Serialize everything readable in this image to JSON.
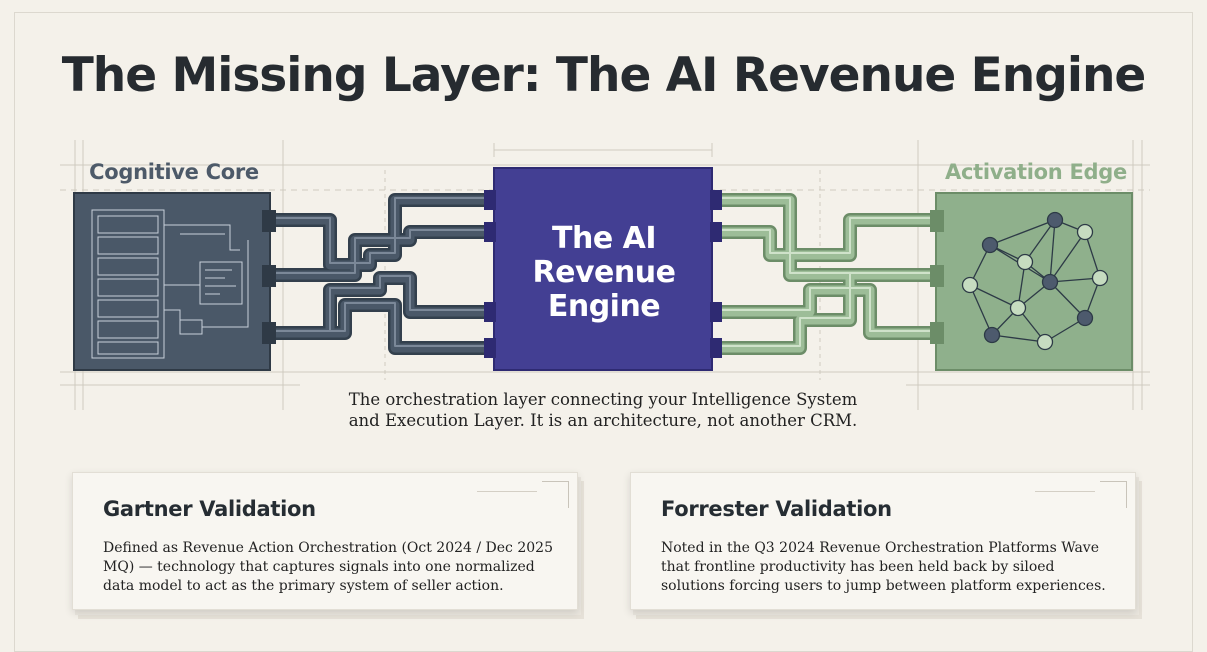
{
  "title": "The Missing Layer: The AI Revenue Engine",
  "nodes": {
    "left": {
      "label": "Cognitive Core",
      "color": "#4a5868"
    },
    "center": {
      "label_lines": [
        "The AI",
        "Revenue",
        "Engine"
      ],
      "color": "#433f93"
    },
    "right": {
      "label": "Activation Edge",
      "color": "#8fb08c"
    }
  },
  "caption_lines": [
    "The orchestration layer connecting your Intelligence System",
    "and Execution Layer. It is an architecture, not another CRM."
  ],
  "cards": [
    {
      "heading": "Gartner Validation",
      "body": "Defined as Revenue Action Orchestration (Oct 2024 / Dec 2025 MQ) — technology that captures signals into one normalized data model to act as the primary system of seller action."
    },
    {
      "heading": "Forrester Validation",
      "body": "Noted in the Q3 2024 Revenue Orchestration Platforms Wave that frontline productivity has been held back by siloed solutions forcing users to jump between platform experiences."
    }
  ],
  "colors": {
    "background": "#f4f1ea",
    "pipe_dark": "#4a5868",
    "pipe_green": "#8fb08c",
    "node_dark": "#4d5a6d",
    "node_light": "#c6dcc0"
  }
}
